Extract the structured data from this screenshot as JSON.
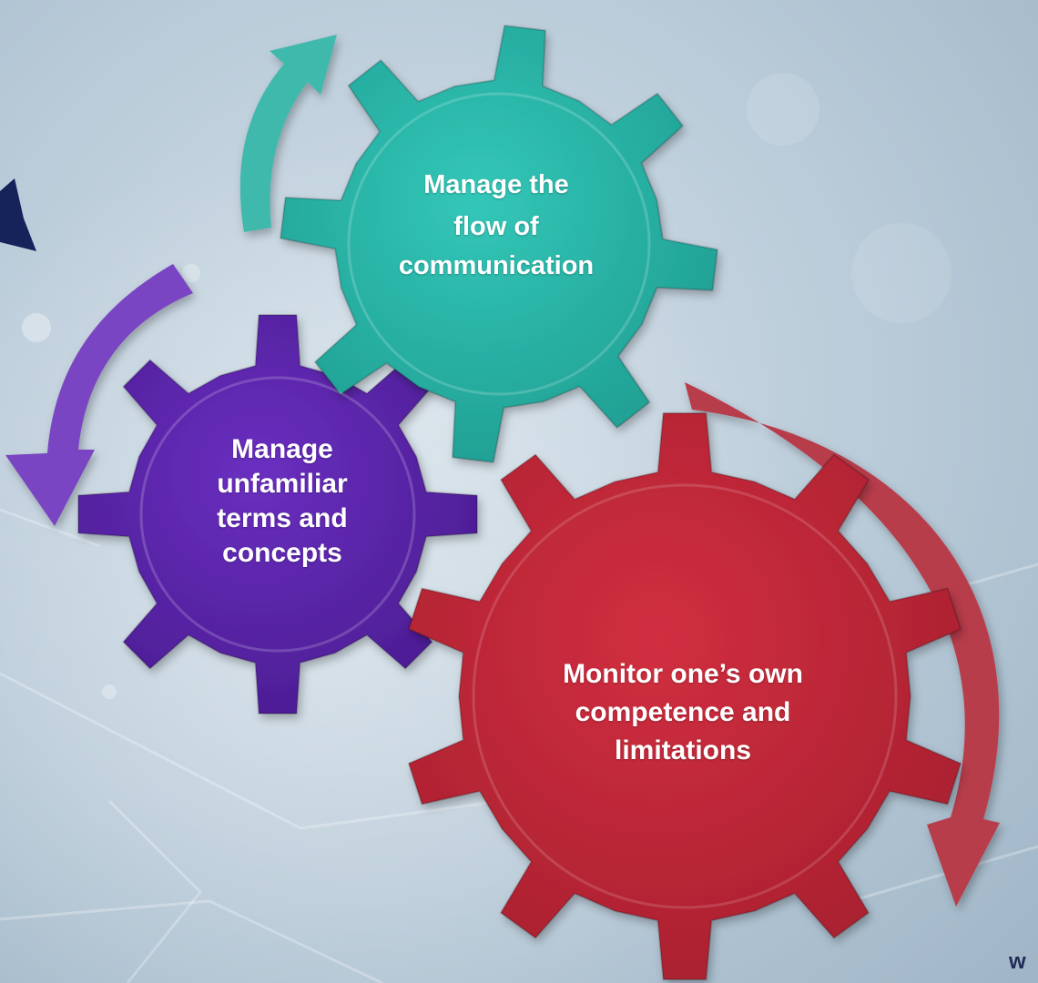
{
  "gears": {
    "teal": {
      "lines": [
        "Manage the",
        "flow of",
        "communication"
      ],
      "color": "#2dbdad"
    },
    "purple": {
      "lines": [
        "Manage",
        "unfamiliar",
        "terms and",
        "concepts"
      ],
      "color": "#5a24a8"
    },
    "red": {
      "lines": [
        "Monitor one’s own",
        "competence and",
        "limitations"
      ],
      "color": "#c4283a"
    }
  },
  "arrows": {
    "teal_color": "#3fb9ad",
    "purple_color": "#7a45c2",
    "red_color": "#b83c4c",
    "navy_color": "#15235a"
  },
  "corner_text": "w"
}
